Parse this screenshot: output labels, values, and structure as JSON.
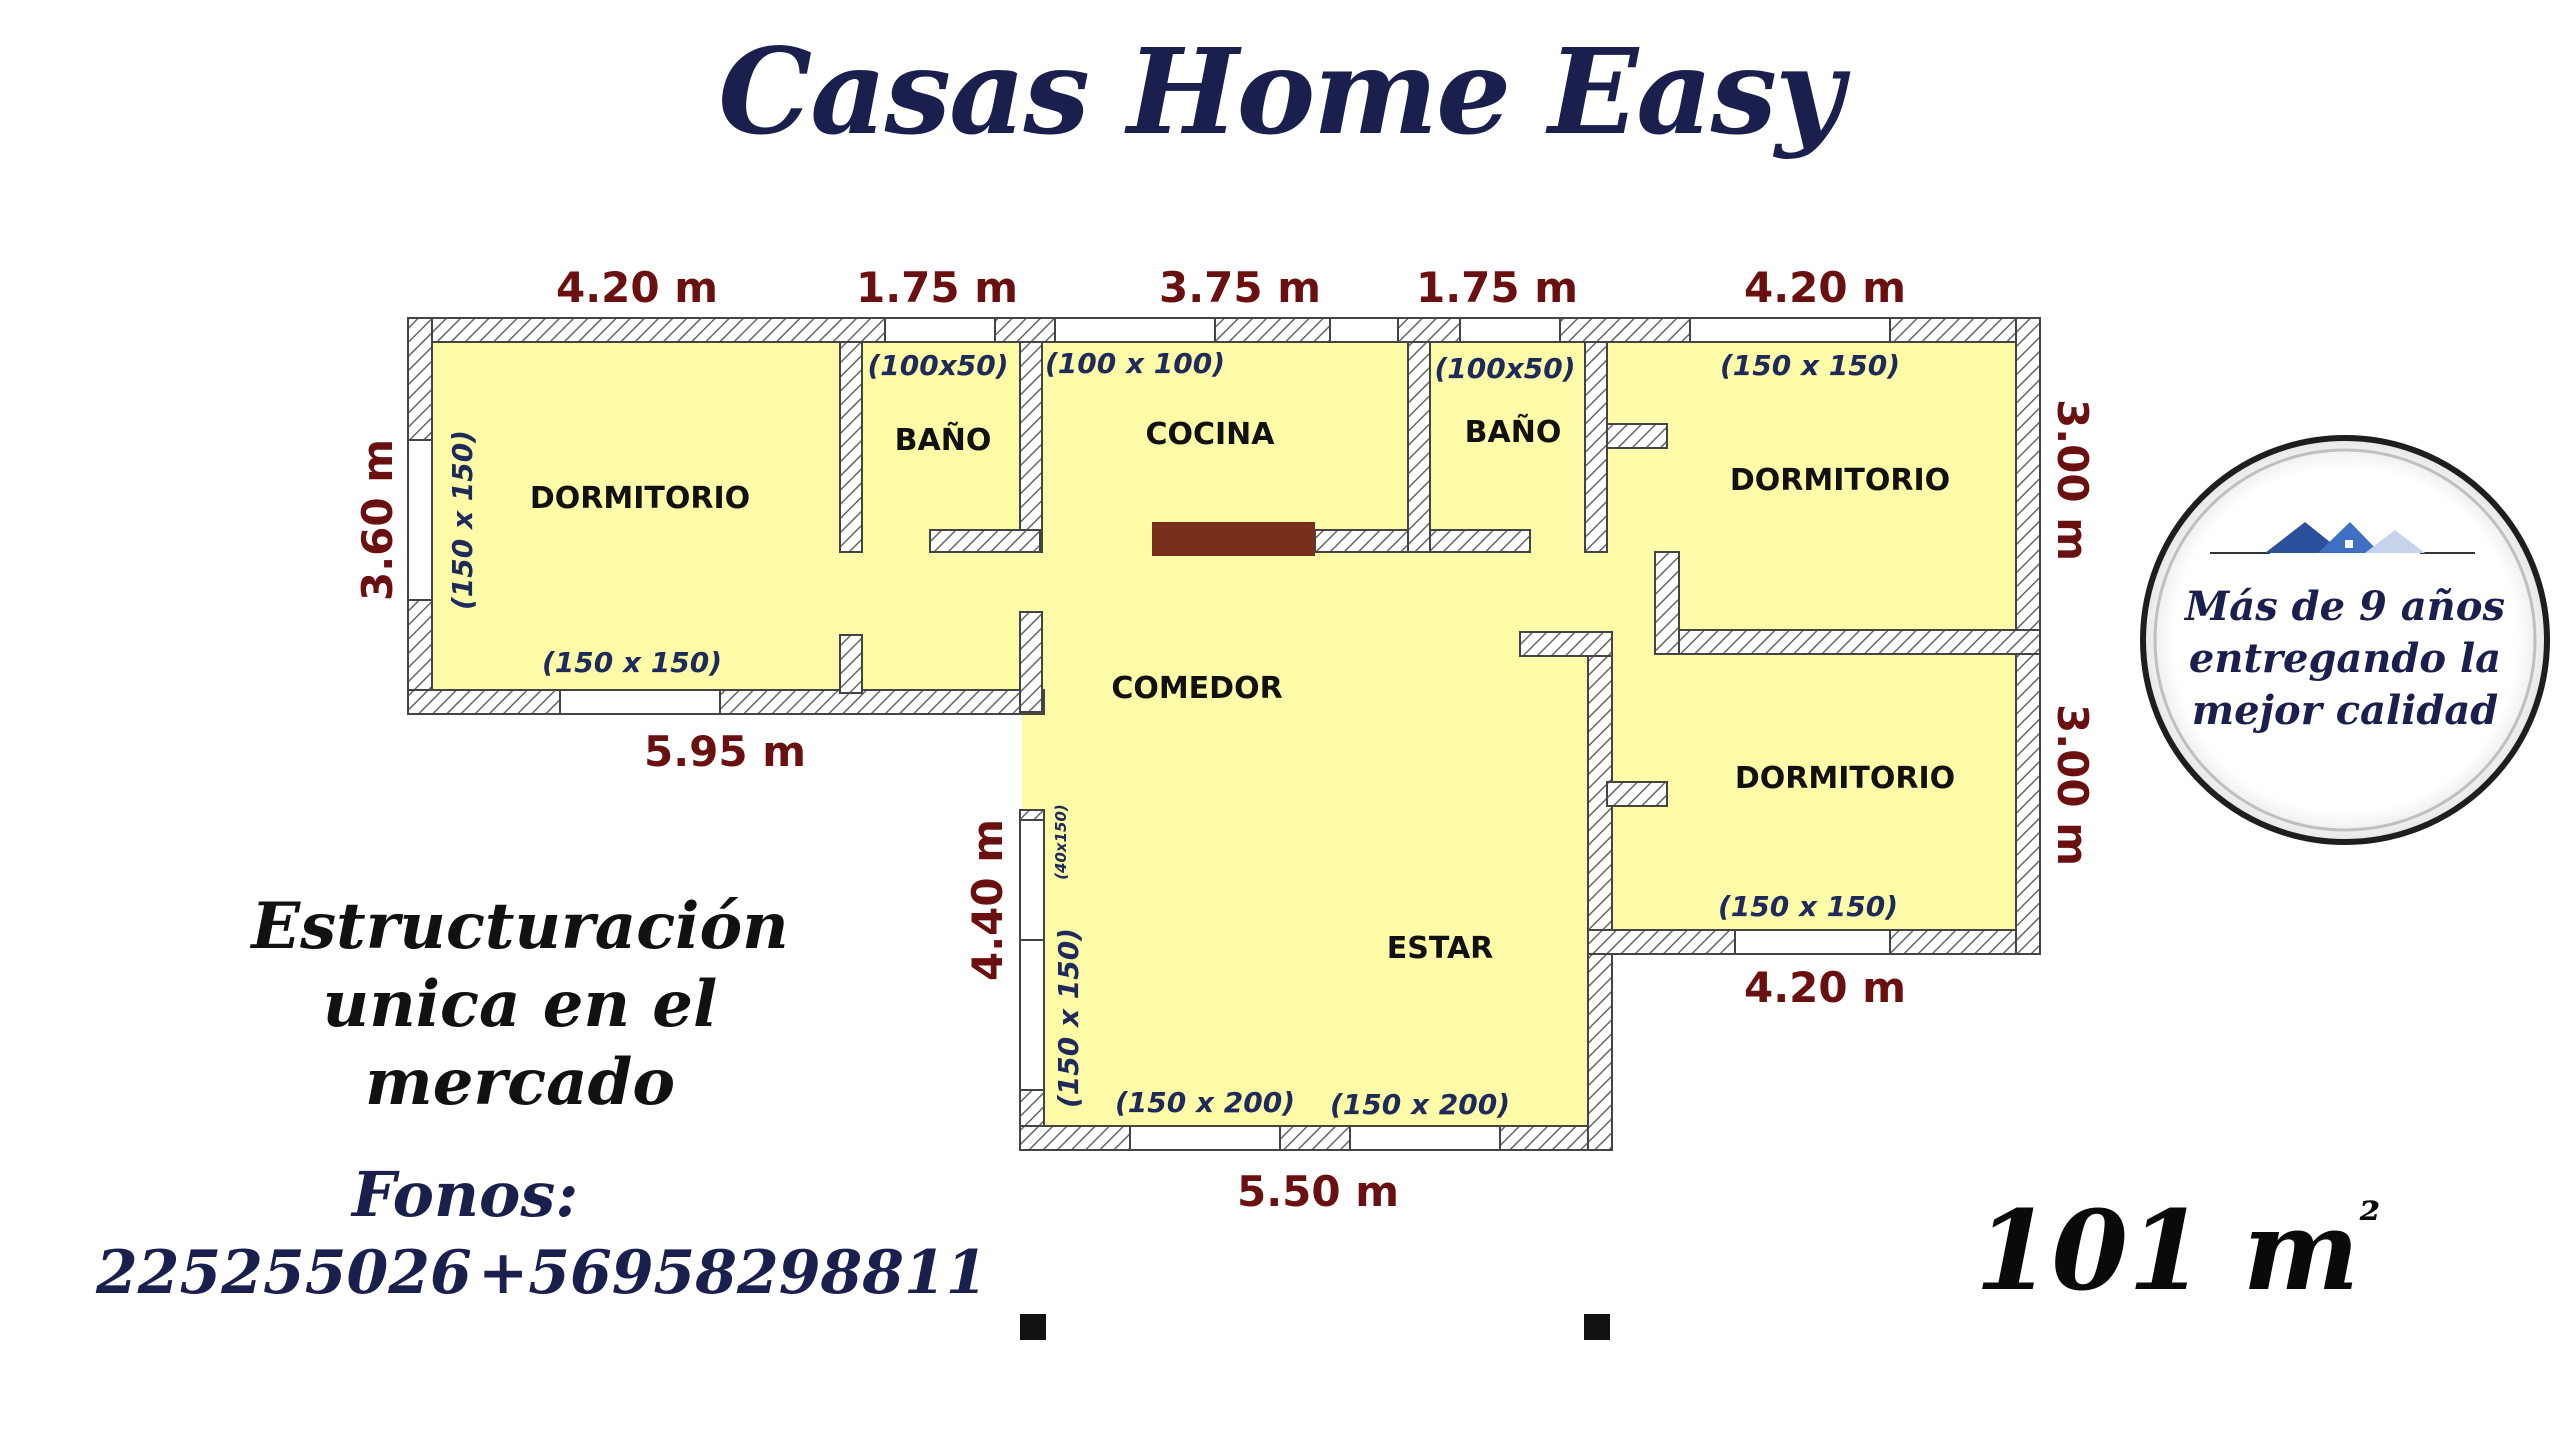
{
  "title": "Casas Home Easy",
  "slogan": {
    "line1": "Estructuración",
    "line2": "unica en el mercado"
  },
  "contact": {
    "label": "Fonos:",
    "phone1": "225255026",
    "phone2": "+56958298811"
  },
  "area": {
    "value": "101 m",
    "unit_sup": "²"
  },
  "badge": {
    "line1": "Más de 9 años",
    "line2": "entregando la",
    "line3": "mejor calidad",
    "icon": "houses-icon"
  },
  "colors": {
    "room_fill": "#fdfaa8",
    "wall": "#555555",
    "dimension_text": "#6b1010",
    "title": "#1b1f4d",
    "door": "#7a2e1c"
  },
  "floorplan": {
    "dimensions": {
      "top_1": "4.20 m",
      "top_2": "1.75 m",
      "top_3": "3.75 m",
      "top_4": "1.75 m",
      "top_5": "4.20 m",
      "left_1": "3.60 m",
      "bottom_left": "5.95 m",
      "left_2": "4.40 m",
      "bottom_center": "5.50 m",
      "right_1": "3.00 m",
      "right_2": "3.00 m",
      "bottom_right": "4.20 m"
    },
    "rooms": {
      "dorm_1": "DORMITORIO",
      "bano_1": "BAÑO",
      "cocina": "COCINA",
      "bano_2": "BAÑO",
      "dorm_2": "DORMITORIO",
      "comedor": "COMEDOR",
      "dorm_3": "DORMITORIO",
      "estar": "ESTAR"
    },
    "windows": {
      "w_bano1": "(100x50)",
      "w_cocina": "(100 x 100)",
      "w_bano2": "(100x50)",
      "w_dorm2": "(150 x 150)",
      "w_dorm1_side": "(150 x 150)",
      "w_dorm1_bottom": "(150 x 150)",
      "w_dorm3": "(150 x 150)",
      "w_estar_small": "(40x150)",
      "w_estar_side": "(150 x 150)",
      "w_estar_1": "(150 x 200)",
      "w_estar_2": "(150 x 200)"
    }
  }
}
